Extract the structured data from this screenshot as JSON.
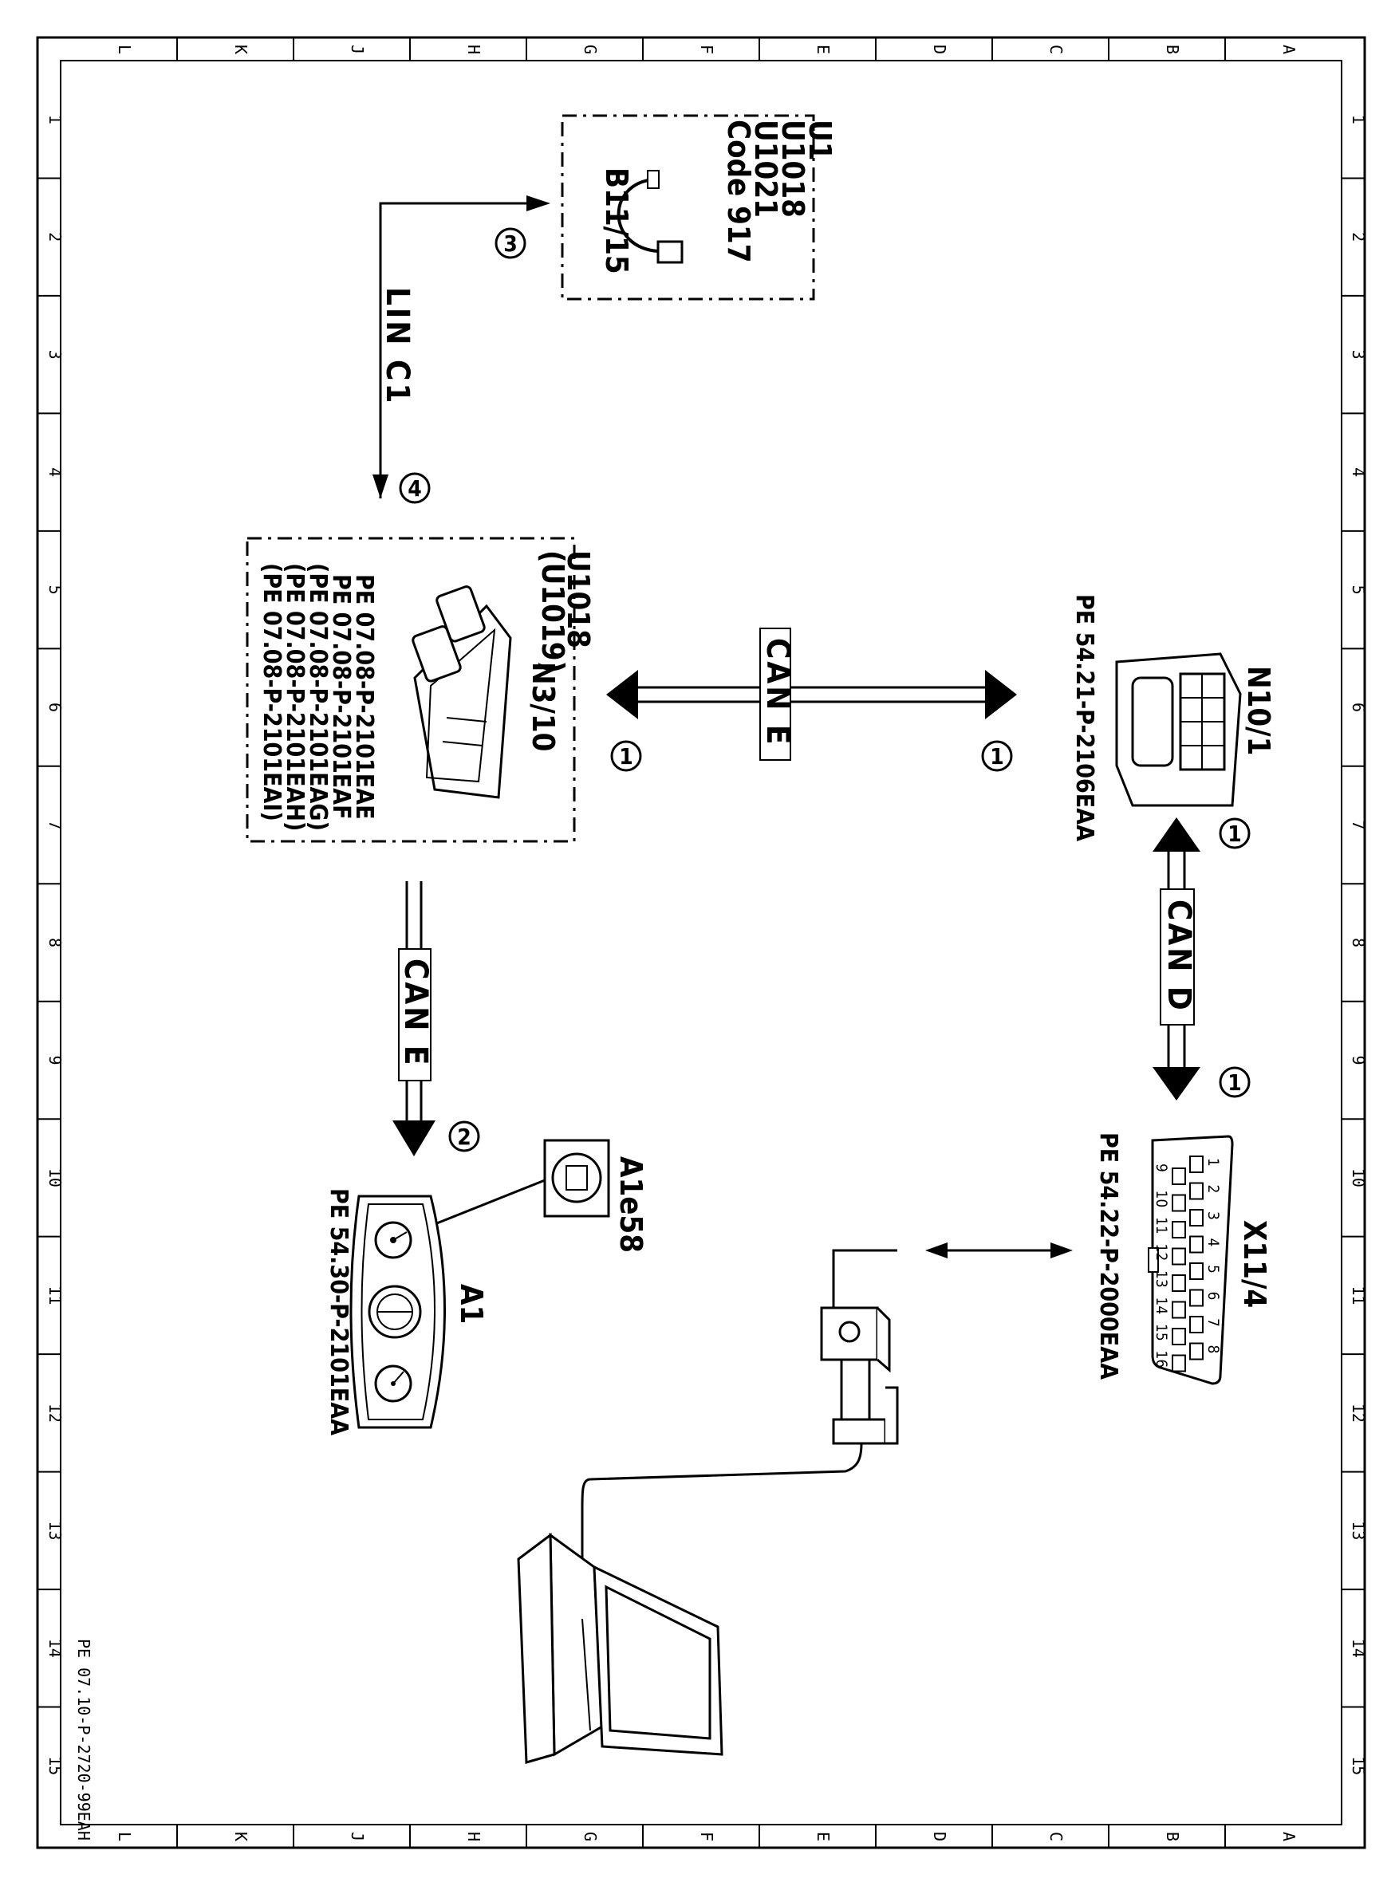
{
  "sheet": {
    "columns": [
      "L",
      "K",
      "J",
      "H",
      "G",
      "F",
      "E",
      "D",
      "C",
      "B",
      "A"
    ],
    "rows": [
      "1",
      "2",
      "3",
      "4",
      "5",
      "6",
      "7",
      "8",
      "9",
      "10",
      "11",
      "12",
      "13",
      "14",
      "15"
    ],
    "document_number": "PE 07.10-P-2720-99EAH"
  },
  "components": {
    "u1_group": {
      "lines": [
        "U1",
        "U1018",
        "U1021",
        "Code 917"
      ],
      "sensor_label": "B11/15"
    },
    "n3_10": {
      "label": "N3/10",
      "codes": [
        "U1018",
        "(U1019)"
      ],
      "refs": [
        "PE 07.08-P-2101EAE",
        "PE 07.08-P-2101EAF",
        "(PE 07.08-P-2101EAG)",
        "(PE 07.08-P-2101EAH)",
        "(PE 07.08-P-2101EAI)"
      ]
    },
    "n10_1": {
      "label": "N10/1",
      "ref": "PE 54.21-P-2106EAA"
    },
    "x11_4": {
      "label": "X11/4",
      "ref": "PE 54.22-P-2000EAA",
      "pins_top": [
        "1",
        "2",
        "3",
        "4",
        "5",
        "6",
        "7",
        "8"
      ],
      "pins_bottom": [
        "9",
        "10",
        "11",
        "12",
        "13",
        "14",
        "15",
        "16"
      ]
    },
    "a1": {
      "label": "A1",
      "ref": "PE 54.30-P-2101EAA"
    },
    "a1e58": {
      "label": "A1e58"
    }
  },
  "buses": {
    "lin_c1": "LIN C1",
    "can_e_top": "CAN E",
    "can_e_left": "CAN E",
    "can_d": "CAN D"
  },
  "callouts": {
    "c3": "3",
    "c4": "4",
    "c1_a": "1",
    "c1_b": "1",
    "c1_c": "1",
    "c1_d": "1",
    "c2": "2"
  },
  "colors": {
    "ink": "#000000",
    "paper": "#ffffff"
  }
}
